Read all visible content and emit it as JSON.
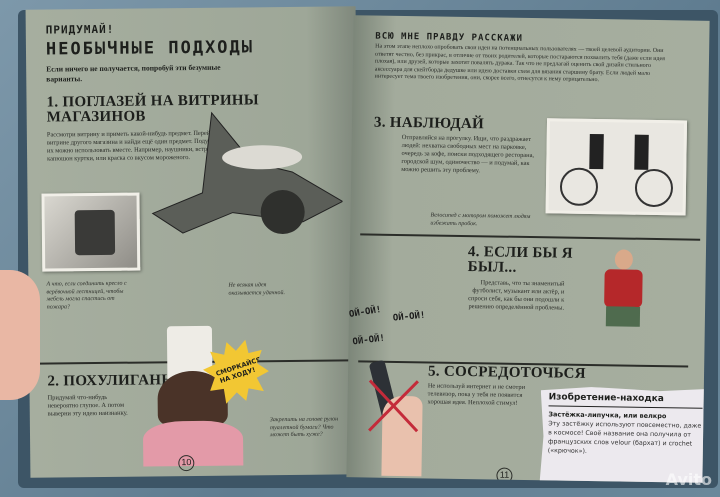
{
  "left_page": {
    "kicker": "ПРИДУМАЙ!",
    "title": "НЕОБЫЧНЫЕ ПОДХОДЫ",
    "intro": "Если ничего не получается, попробуй эти безумные варианты.",
    "section1": {
      "title": "1. ПОГЛАЗЕЙ НА ВИТРИНЫ МАГАЗИНОВ",
      "text": "Рассмотри витрину и приметь какой-нибудь предмет. Перейди к витрине другого магазина и найди ещё один предмет. Подумай, как их можно использовать вместе. Например, наушники, встроенные в капюшон куртки, или краска со вкусом мороженого."
    },
    "caption_chair": "А что, если соединить кресло с верёвочной лестницей, чтобы мебель могла спастись от пожара?",
    "caption_flying": "Не всякая идея оказывается удачной.",
    "section2": {
      "title": "2. ПОХУЛИГАНЬ",
      "text": "Придумай что-нибудь невероятно глупое. А потом выверни эту идею наизнанку."
    },
    "starburst": "СМОРКАЙСЯ НА ХОДУ!",
    "caption_toilet": "Закрепить на голове рулон туалетной бумаги? Что может быть хуже?",
    "page_number": "10"
  },
  "right_page": {
    "kicker": "ВСЮ МНЕ ПРАВДУ РАССКАЖИ",
    "intro": "На этом этапе неплохо опробовать свои идеи на потенциальных пользователях — твоей целевой аудитории. Они ответят честно, без прикрас, в отличие от твоих родителей, которые постараются похвалить тебя (даже если идея плохая), или друзей, которые захотят повалять дурака. Так что не предлагай оценить свой дизайн стильного аксессуара для скейтборда дедушке или идею доставки схем для вязания старшему брату. Если людей мало интересует тема твоего изобретения, они, скорее всего, отнесутся к нему отрицательно.",
    "section3": {
      "title": "3. НАБЛЮДАЙ",
      "text": "Отправляйся на прогулку. Ищи, что раздражает людей: нехватка свободных мест на парковке, очередь за кофе, поиски подходящего ресторана, городской шум, одиночество — и подумай, как можно решить эту проблему."
    },
    "caption_bike": "Велосипед с мотором поможет людям избежать пробок.",
    "section4": {
      "title": "4. ЕСЛИ БЫ Я БЫЛ...",
      "text": "Представь, что ты знаменитый футболист, музыкант или актёр, и спроси себя, как бы они подошли к решению определённой проблемы."
    },
    "exclamations": [
      "ОЙ-ОЙ!",
      "ОЙ-ОЙ!",
      "ОЙ-ОЙ!"
    ],
    "section5": {
      "title": "5. СОСРЕДОТОЧЬСЯ",
      "text": "Не используй интернет и не смотри телевизор, пока у тебя не появится хорошая идея. Неплохой стимул!"
    },
    "sidebar": {
      "title": "Изобретение-находка",
      "subtitle": "Застёжка-липучка, или велкро",
      "text": "Эту застёжку используют повсеместно, даже в космосе! Своё название она получила от французских слов velour (бархат) и crochet («крючок»)."
    },
    "page_number": "11"
  },
  "watermark": "Avito"
}
